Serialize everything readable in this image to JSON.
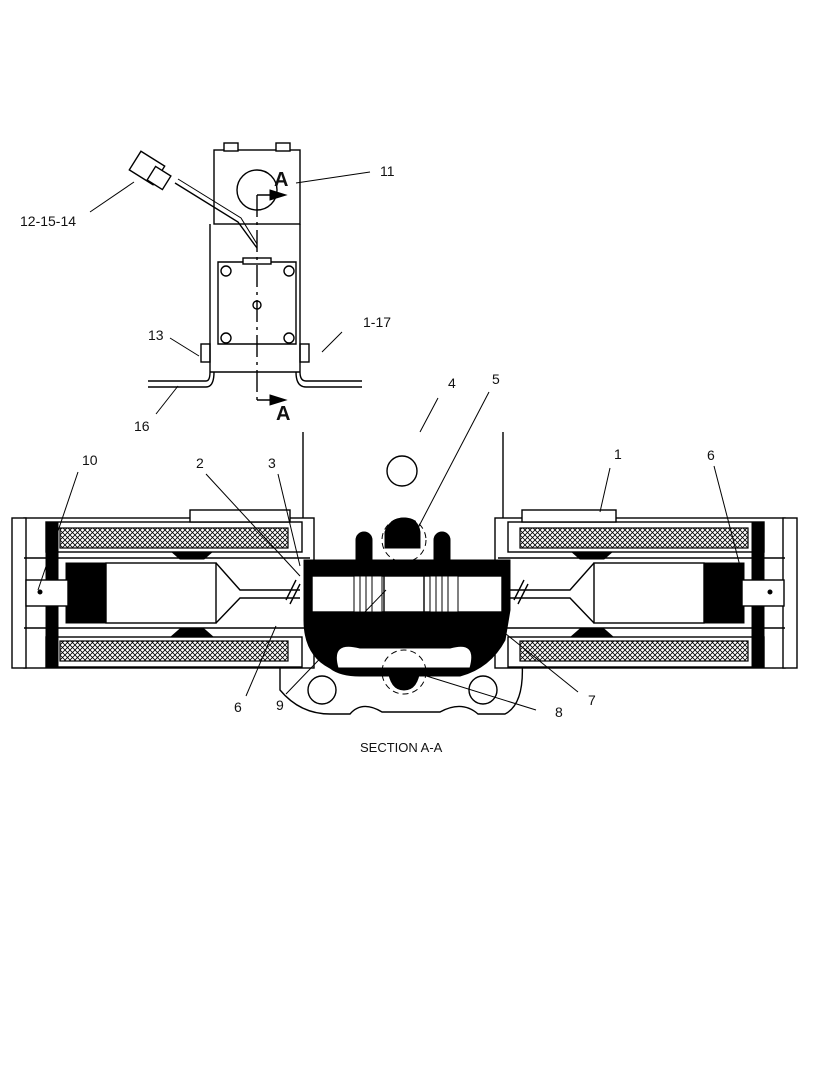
{
  "callouts": {
    "c11": "11",
    "c12_15_14": "12-15-14",
    "c13": "13",
    "c1_17": "1-17",
    "c16": "16",
    "c4": "4",
    "c5": "5",
    "c10": "10",
    "c2": "2",
    "c3": "3",
    "c1": "1",
    "c6_right": "6",
    "c6_left": "6",
    "c9": "9",
    "c7": "7",
    "c8": "8"
  },
  "section_marks": {
    "top": "A",
    "bottom": "A"
  },
  "caption": "SECTION A-A"
}
